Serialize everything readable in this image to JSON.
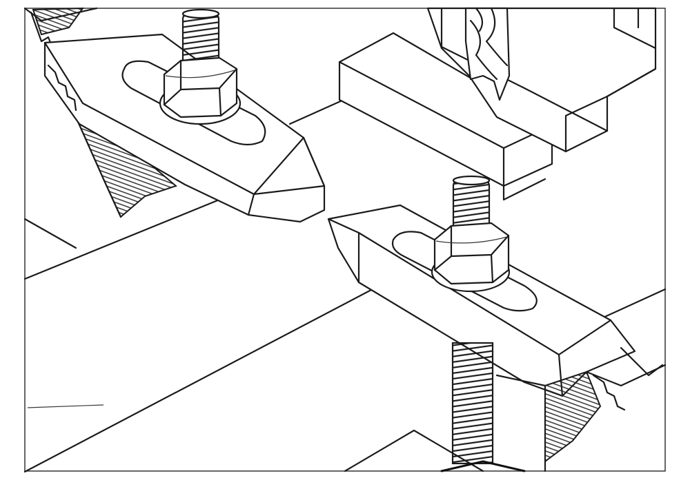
{
  "figure": {
    "subject": "clamping-kit-illustration",
    "colors": {
      "line": "#1a1a1a",
      "background": "#ffffff"
    },
    "icons": [
      "step-clamp",
      "stud-bolt",
      "hex-nut",
      "flat-washer",
      "step-block",
      "drill-bit"
    ]
  }
}
